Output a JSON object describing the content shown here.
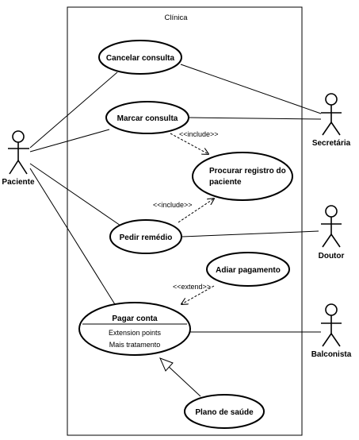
{
  "system": {
    "title": "Clínica"
  },
  "actors": {
    "paciente": "Paciente",
    "secretaria": "Secretária",
    "doutor": "Doutor",
    "balconista": "Balconista"
  },
  "use_cases": {
    "cancelar": "Cancelar consulta",
    "marcar": "Marcar consulta",
    "procurar_line1": "Procurar registro do",
    "procurar_line2": "paciente",
    "pedir": "Pedir remédio",
    "adiar": "Adiar pagamento",
    "pagar": "Pagar conta",
    "pagar_ext_title": "Extension points",
    "pagar_ext_point": "Mais tratamento",
    "plano": "Plano de saúde"
  },
  "relations": {
    "include_1": "<<include>>",
    "include_2": "<<include>>",
    "extend_1": "<<extend>>"
  }
}
